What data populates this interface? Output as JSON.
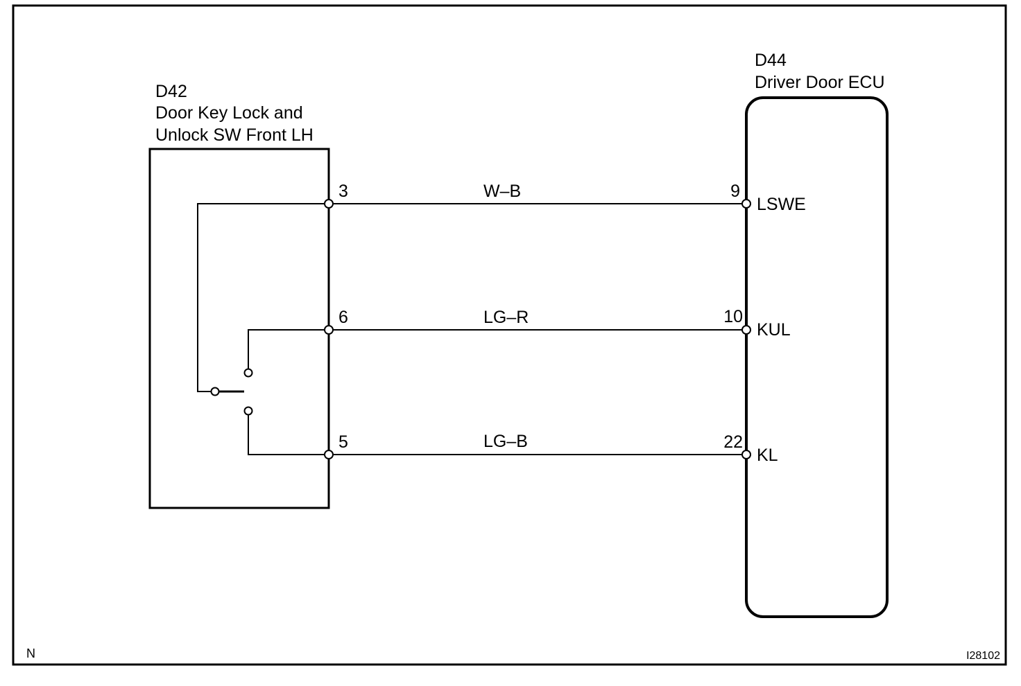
{
  "left_component": {
    "code": "D42",
    "name_line1": "Door Key Lock and",
    "name_line2": "Unlock SW Front LH"
  },
  "right_component": {
    "code": "D44",
    "name": "Driver Door ECU"
  },
  "wires": [
    {
      "left_pin": "3",
      "color": "W–B",
      "right_pin": "9",
      "terminal": "LSWE"
    },
    {
      "left_pin": "6",
      "color": "LG–R",
      "right_pin": "10",
      "terminal": "KUL"
    },
    {
      "left_pin": "5",
      "color": "LG–B",
      "right_pin": "22",
      "terminal": "KL"
    }
  ],
  "footer": {
    "left_mark": "N",
    "figure_id": "I28102"
  }
}
